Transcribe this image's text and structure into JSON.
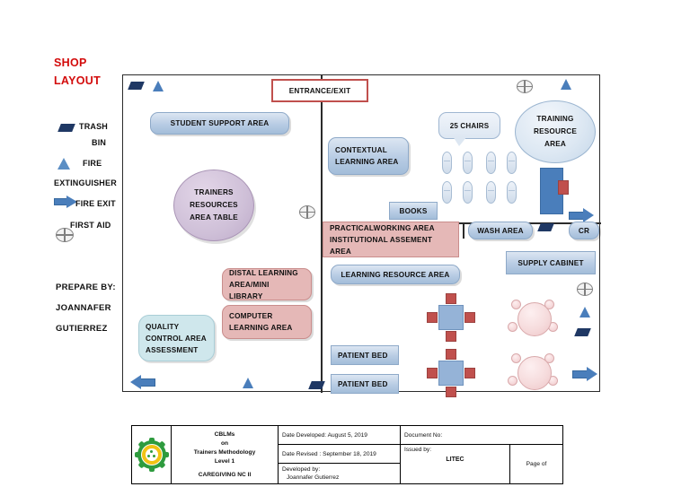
{
  "legend": {
    "title_lines": [
      "SHOP",
      "LAYOUT"
    ],
    "items": [
      {
        "icon": "trash-bin-icon",
        "label_line1": "TRASH",
        "label_line2": "BIN"
      },
      {
        "icon": "fire-extinguisher-icon",
        "label_line1": "FIRE",
        "label_line2": "EXTINGUISHER"
      },
      {
        "icon": "fire-exit-arrow-icon",
        "label_line1": "FIRE EXIT",
        "label_line2": ""
      },
      {
        "icon": "first-aid-icon",
        "label_line1": "FIRST AID",
        "label_line2": ""
      }
    ],
    "prepared_by_label": "PREPARE BY:",
    "prepared_by_name_line1": "JOANNAFER",
    "prepared_by_name_line2": "GUTIERREZ"
  },
  "plan": {
    "entrance": "ENTRANCE/EXIT",
    "rooms": [
      {
        "id": "student-support-area",
        "label": "STUDENT  SUPPORT AREA"
      },
      {
        "id": "trainers-resources-area-table",
        "lines": [
          "TRAINERS",
          "RESOURCES",
          "AREA TABLE"
        ]
      },
      {
        "id": "contextual-learning-area",
        "lines": [
          "CONTEXTUAL",
          "LEARNING AREA"
        ]
      },
      {
        "id": "books",
        "label": "BOOKS"
      },
      {
        "id": "practical-working-area",
        "lines": [
          "PRACTICALWORKING AREA",
          "INSTITUTIONAL ASSEMENT AREA"
        ]
      },
      {
        "id": "learning-resource-area",
        "label": "LEARNING RESOURCE AREA"
      },
      {
        "id": "distal-learning-area",
        "lines": [
          "DISTAL LEARNING",
          "AREA/MINI LIBRARY"
        ]
      },
      {
        "id": "computer-learning-area",
        "lines": [
          "COMPUTER",
          "LEARNING AREA"
        ]
      },
      {
        "id": "quality-control-area",
        "lines": [
          "QUALITY",
          "CONTROL AREA",
          "ASSESSMENT"
        ]
      },
      {
        "id": "patient-bed-1",
        "label": "PATIENT BED"
      },
      {
        "id": "patient-bed-2",
        "label": "PATIENT BED"
      },
      {
        "id": "wash-area",
        "label": "WASH AREA"
      },
      {
        "id": "cr",
        "label": "CR"
      },
      {
        "id": "supply-cabinet",
        "label": "SUPPLY CABINET"
      },
      {
        "id": "training-resource-area",
        "lines": [
          "TRAINING",
          "RESOURCE",
          "AREA"
        ]
      },
      {
        "id": "chairs-callout",
        "label": "25 CHAIRS"
      }
    ]
  },
  "footer": {
    "cblm": {
      "line1": "CBLMs",
      "line2": "on",
      "line3": "Trainers Methodology",
      "line4": "Level 1",
      "line5": "CAREGIVING NC II"
    },
    "date_developed": "Date Developed:  August 5, 2019",
    "date_revised": "Date Revised : September 18, 2019",
    "developed_by_label": "Developed by:",
    "developed_by_name": "Joannafer Gutierrez",
    "document_no": "Document No:",
    "issued_by_label": "Issued by:",
    "issued_by_value": "LITEC",
    "page": "Page  of"
  },
  "colors": {
    "title_red": "#d30b0b",
    "blue_fill": "#b8cce4",
    "pink_fill": "#e5b8b7",
    "cyan_fill": "#cfe7ec",
    "purple_fill": "#cfc0d8",
    "navy_icon": "#1f3864",
    "arrow_blue": "#4a7ebb",
    "entrance_border": "#c0504d",
    "table_blue": "#95b3d7",
    "chair_red": "#c0504d",
    "logo_green": "#2e9b3e",
    "logo_yellow": "#f2c314"
  }
}
